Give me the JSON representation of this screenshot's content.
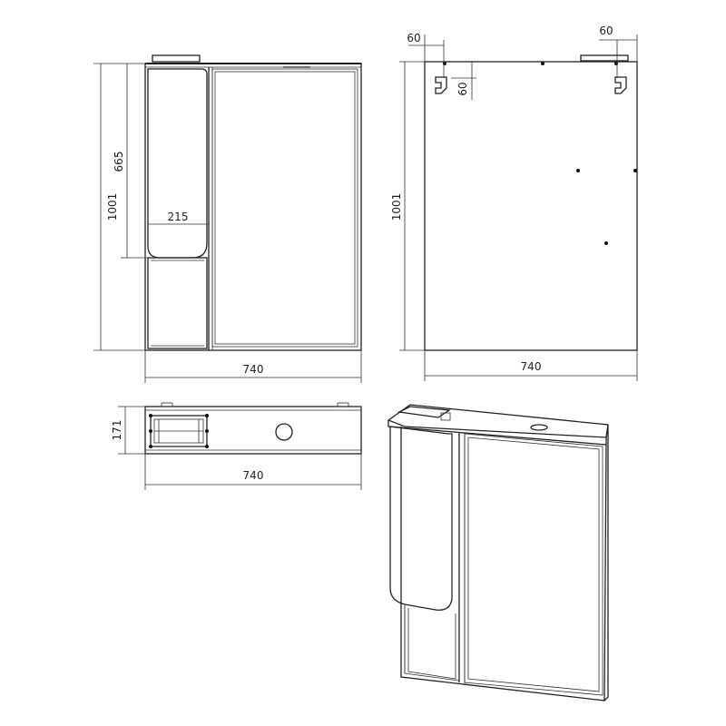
{
  "drawing": {
    "front_view": {
      "height_label": "1001",
      "shelf_height_label": "665",
      "cabinet_width_label": "215",
      "width_label": "740"
    },
    "back_view": {
      "height_label": "1001",
      "width_label": "740",
      "hook_offset_left_label": "60",
      "hook_offset_right_label": "60",
      "hook_drop_label": "60"
    },
    "top_view": {
      "depth_label": "171",
      "width_label": "740"
    }
  }
}
